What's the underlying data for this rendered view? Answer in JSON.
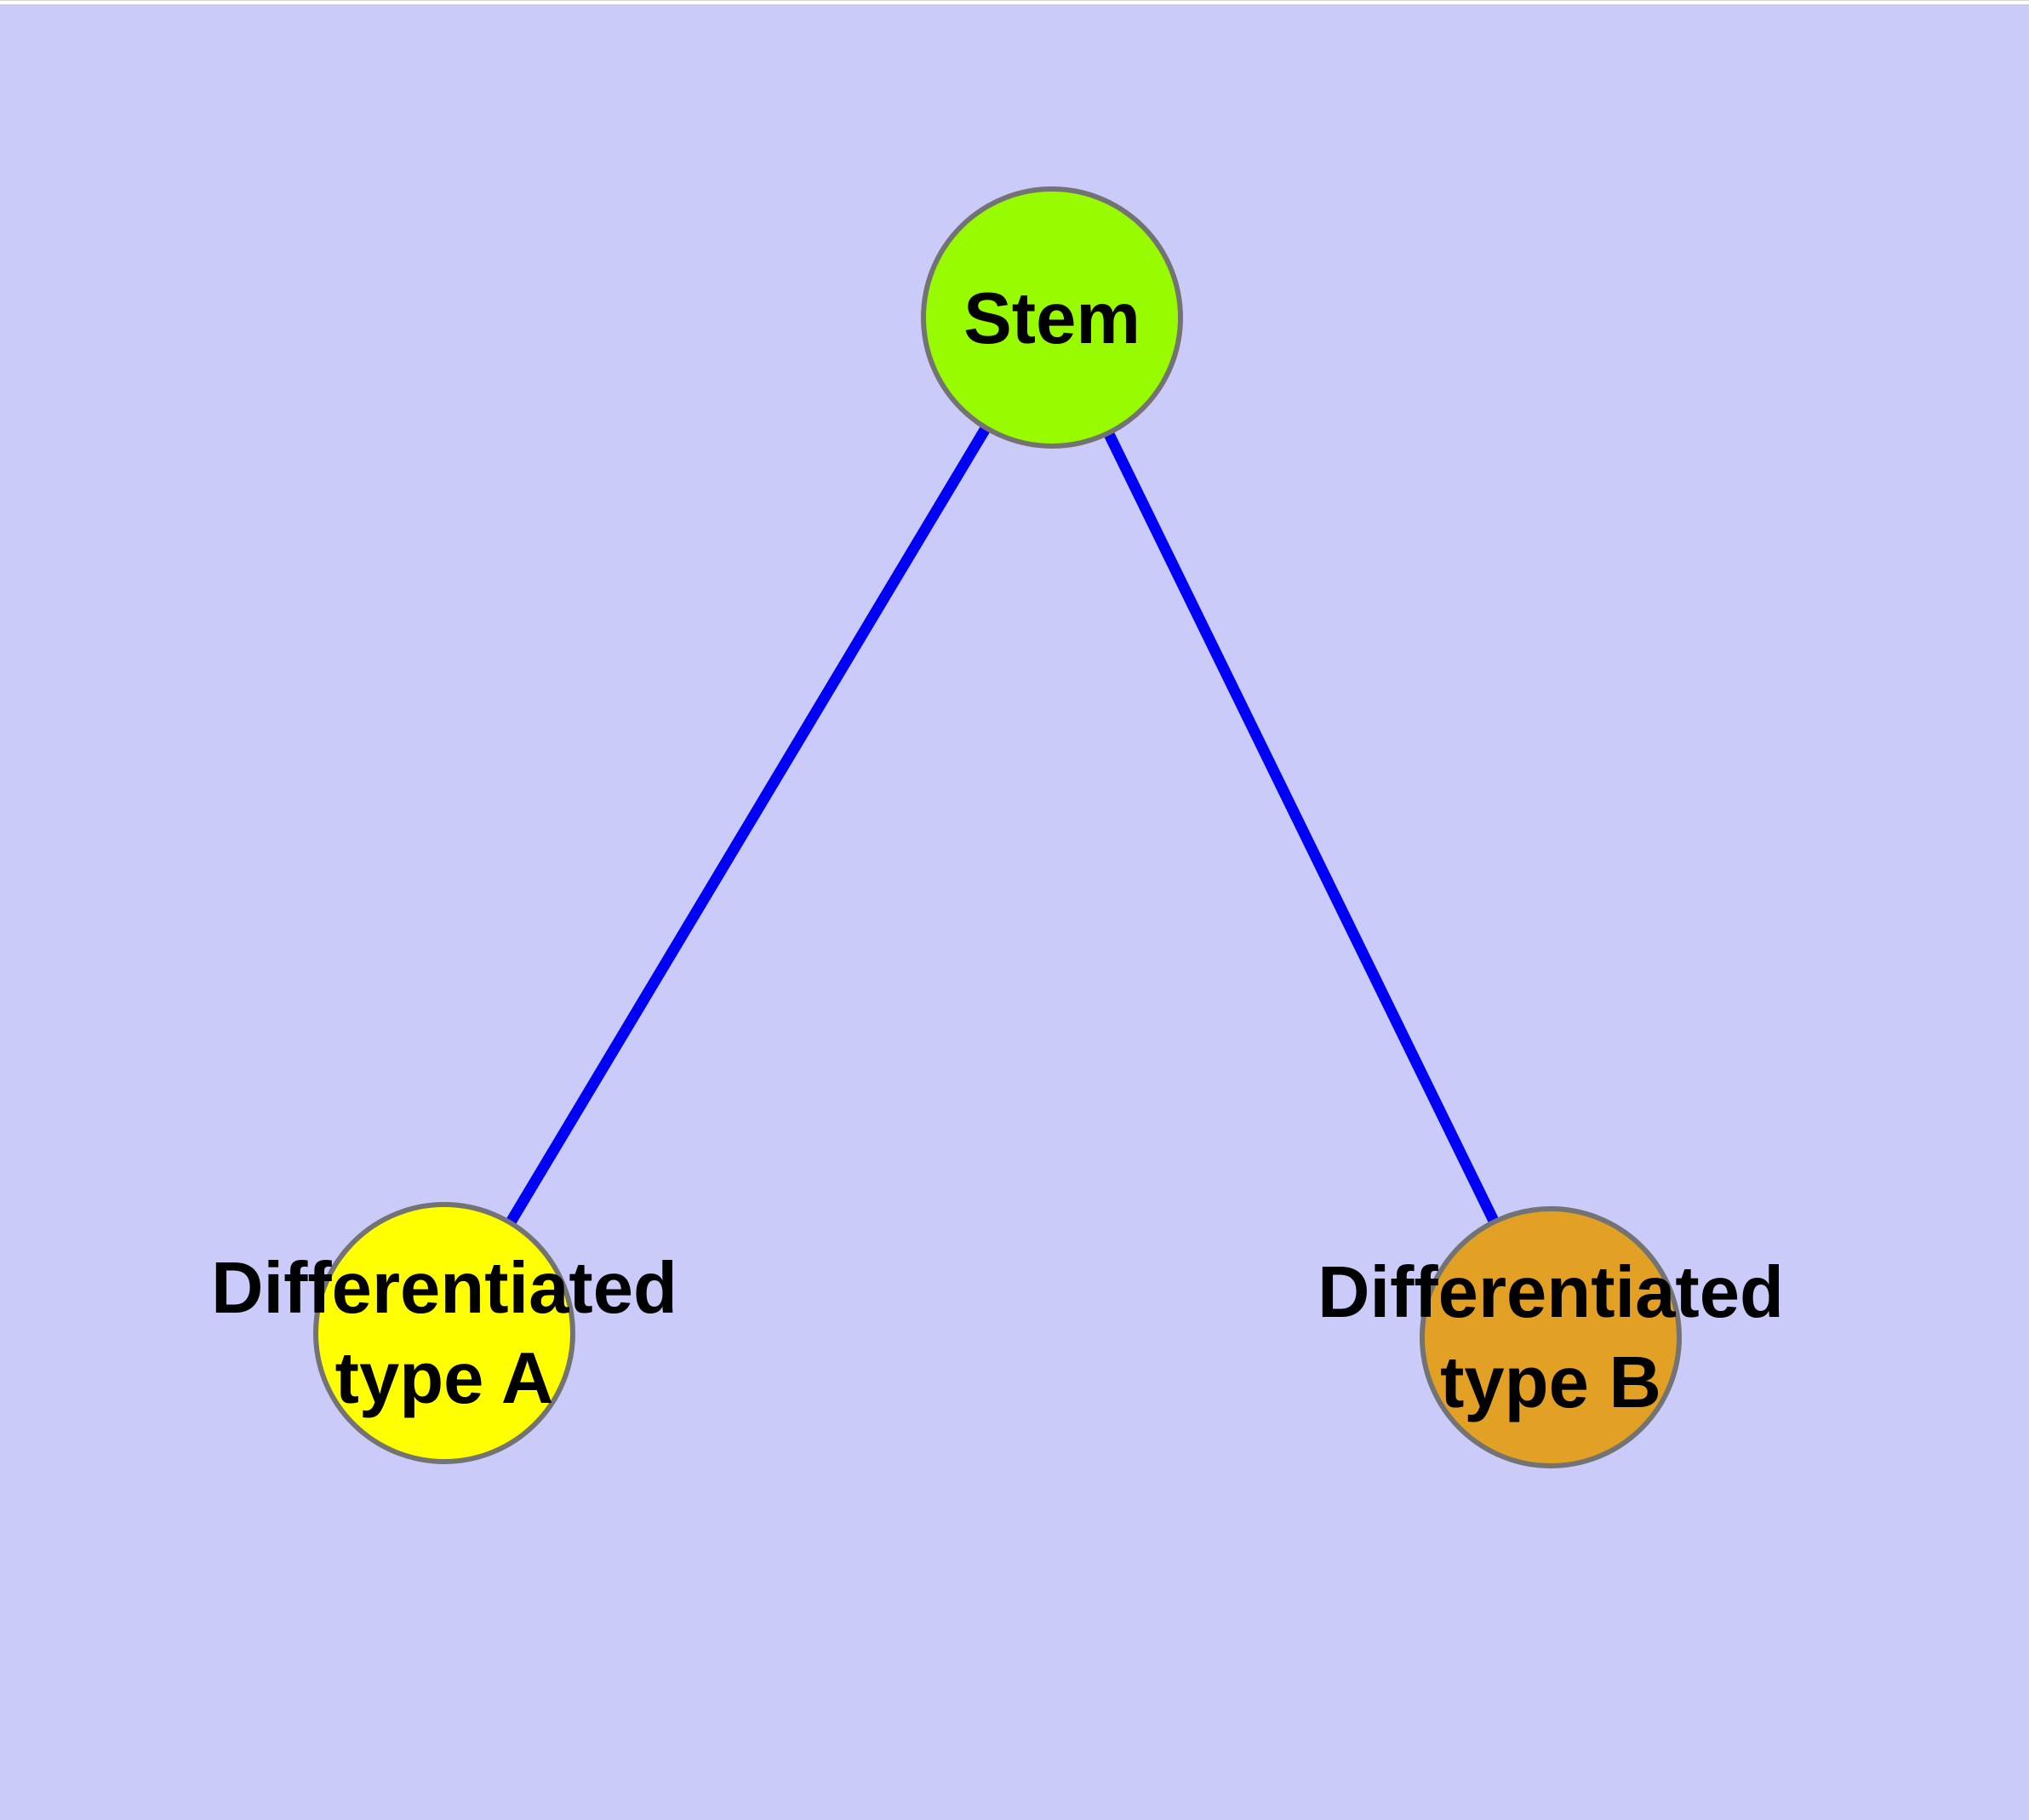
{
  "figure": {
    "background_color": "#cbcbfa",
    "top_margin_color": "#ffffff",
    "top_border_color": "#d6d6d6"
  },
  "graph": {
    "edge_color": "#0000f7",
    "edge_width": 13,
    "node_border_color": "#737373",
    "label_color": "#000000",
    "nodes": [
      {
        "id": "stem",
        "label": "Stem",
        "color": "#99fb00"
      },
      {
        "id": "differentiated-type-a",
        "label": "Differentiated\ntype A",
        "color": "#ffff00"
      },
      {
        "id": "differentiated-type-b",
        "label": "Differentiated\ntype B",
        "color": "#e2a124"
      }
    ],
    "edges": [
      {
        "from": "Stem",
        "to": "Differentiated type A"
      },
      {
        "from": "Stem",
        "to": "Differentiated type B"
      }
    ]
  }
}
